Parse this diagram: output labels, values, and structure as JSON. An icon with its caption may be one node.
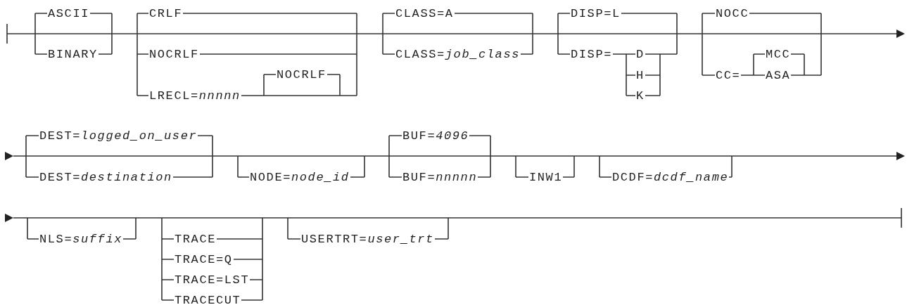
{
  "diagram": {
    "labels": [
      "ASCII",
      "BINARY",
      "CRLF",
      "NOCRLF",
      "NOCRLF",
      "LRECL=*nnnnn*",
      "CLASS=A",
      "CLASS=*job_class*",
      "DISP=L",
      "DISP=",
      "D",
      "H",
      "K",
      "NOCC",
      "MCC",
      "CC=",
      "ASA",
      "DEST=*logged_on_user*",
      "DEST=*destination*",
      "NODE=*node_id*",
      "BUF=*4096*",
      "BUF=*nnnnn*",
      "INW1",
      "DCDF=*dcdf_name*",
      "NLS=*suffix*",
      "TRACE",
      "TRACE=Q",
      "TRACE=LST",
      "TRACECUT",
      "USERTRT=*user_trt*"
    ]
  }
}
